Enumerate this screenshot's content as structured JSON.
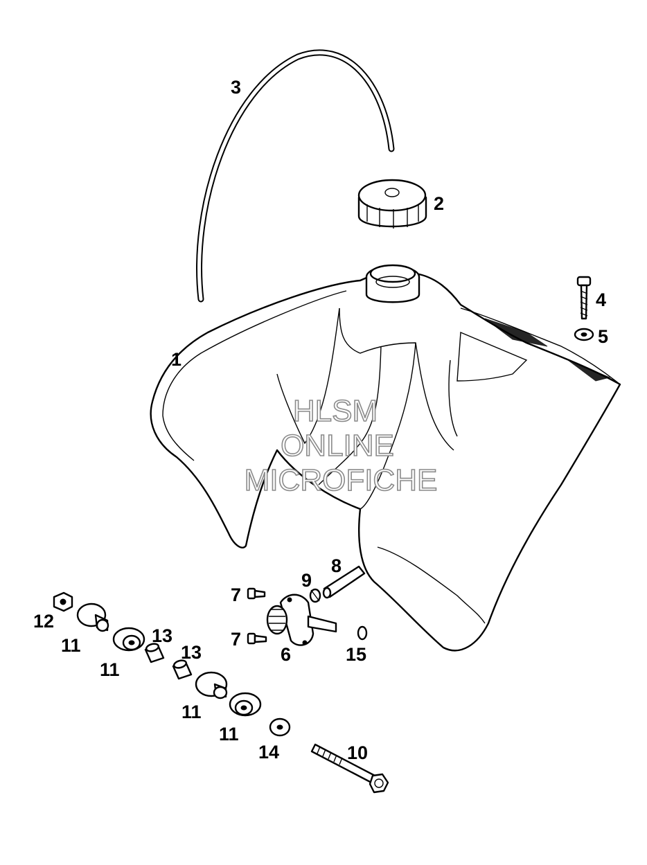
{
  "callouts": [
    {
      "id": "c1",
      "text": "1"
    },
    {
      "id": "c2",
      "text": "2"
    },
    {
      "id": "c3",
      "text": "3"
    },
    {
      "id": "c4",
      "text": "4"
    },
    {
      "id": "c5",
      "text": "5"
    },
    {
      "id": "c6",
      "text": "6"
    },
    {
      "id": "c7a",
      "text": "7"
    },
    {
      "id": "c7b",
      "text": "7"
    },
    {
      "id": "c8",
      "text": "8"
    },
    {
      "id": "c9",
      "text": "9"
    },
    {
      "id": "c10",
      "text": "10"
    },
    {
      "id": "c11a",
      "text": "11"
    },
    {
      "id": "c11b",
      "text": "11"
    },
    {
      "id": "c11c",
      "text": "11"
    },
    {
      "id": "c11d",
      "text": "11"
    },
    {
      "id": "c12",
      "text": "12"
    },
    {
      "id": "c13a",
      "text": "13"
    },
    {
      "id": "c13b",
      "text": "13"
    },
    {
      "id": "c14",
      "text": "14"
    },
    {
      "id": "c15",
      "text": "15"
    }
  ],
  "watermark": {
    "line1": "HLSM",
    "line2": "ONLINE",
    "line3": "MICROFICHE"
  }
}
